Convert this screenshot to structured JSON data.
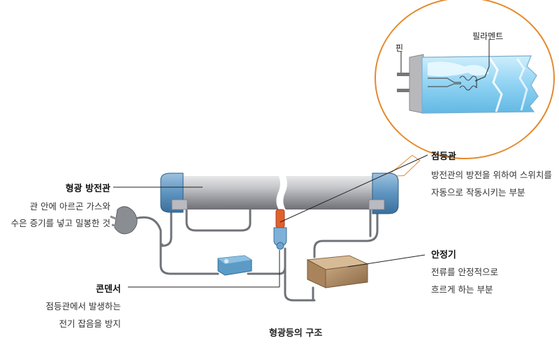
{
  "caption": "형광등의 구조",
  "callouts": {
    "tube": {
      "title": "형광 방전관",
      "desc_line1": "관 안에 아르곤 가스와",
      "desc_line2": "수은 증기를 넣고 밀봉한 것"
    },
    "starter": {
      "title": "점등관",
      "desc_line1": "방전관의 방전을  위하여  스위치를",
      "desc_line2": "자동으로 작동시키는 부분"
    },
    "ballast": {
      "title": "안정기",
      "desc_line1": "전류를 안정적으로",
      "desc_line2": "흐르게 하는 부분"
    },
    "capacitor": {
      "title": "콘덴서",
      "desc_line1": "점등관에서 발생하는",
      "desc_line2": "전기 잡음을 방지"
    }
  },
  "zoom": {
    "pin_label": "핀",
    "filament_label": "필라멘트"
  }
}
